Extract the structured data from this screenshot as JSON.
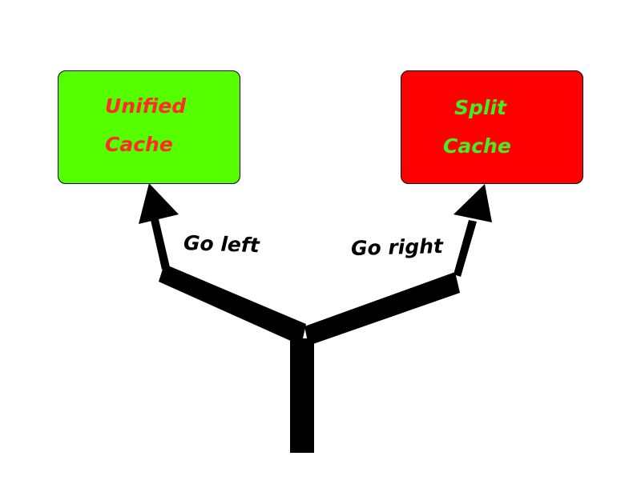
{
  "boxes": {
    "left": {
      "line1": "Unified",
      "line2": "Cache",
      "fill": "#55ff00",
      "text_color": "#ff2a2a"
    },
    "right": {
      "line1": "Split",
      "line2": "Cache",
      "fill": "#ff0000",
      "text_color": "#44ee22"
    }
  },
  "arrows": {
    "left_label": "Go left",
    "right_label": "Go right",
    "color": "#000000"
  }
}
